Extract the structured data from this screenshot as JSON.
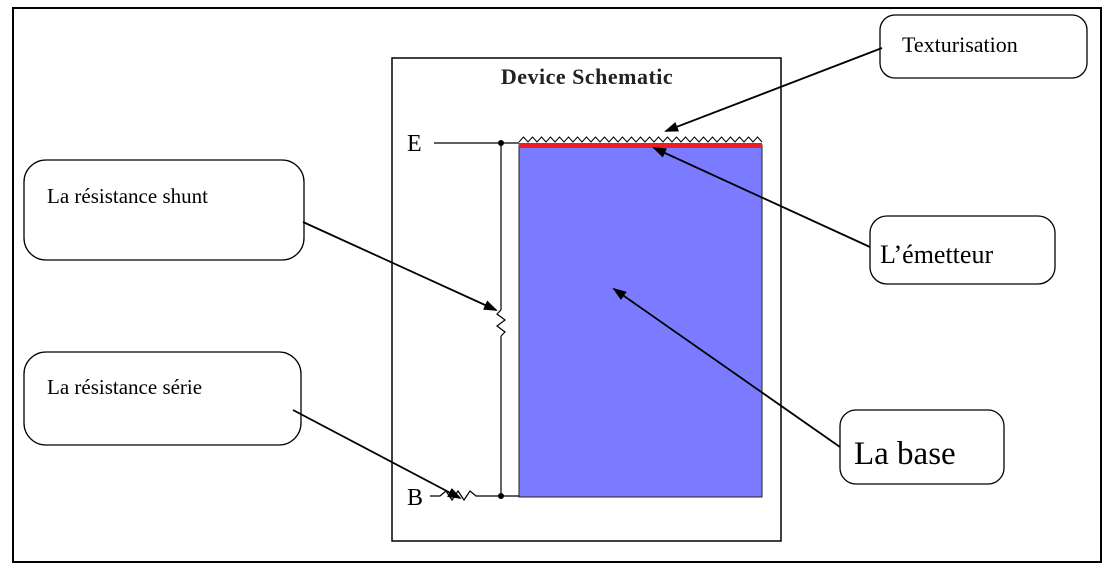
{
  "schematic": {
    "title": "Device Schematic",
    "terminal_top": "E",
    "terminal_bottom": "B"
  },
  "callouts": {
    "texturisation": "Texturisation",
    "emitter": "L’émetteur",
    "shunt_resistance": "La résistance shunt",
    "series_resistance": "La résistance série",
    "base": "La base"
  },
  "colors": {
    "base": "#7b7bff",
    "emitter": "#ee1c24",
    "outline": "#000000"
  }
}
